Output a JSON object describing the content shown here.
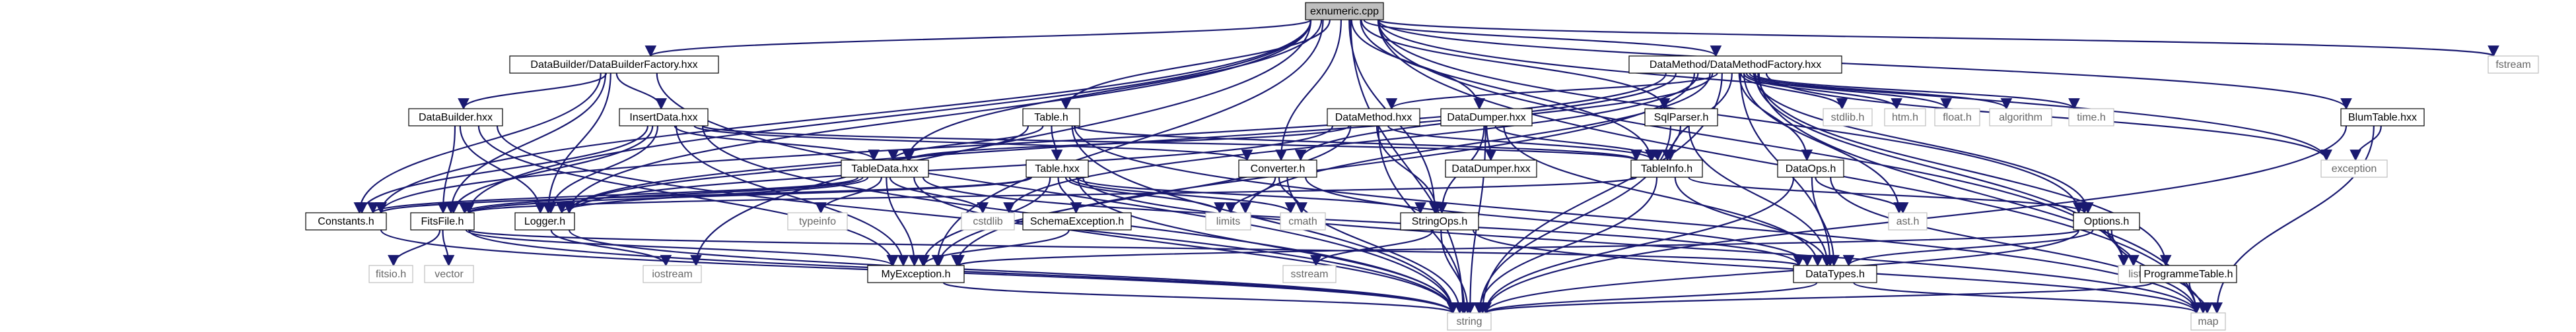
{
  "diagram": {
    "title": "exnumeric.cpp",
    "colors": {
      "edge": "#191970",
      "root_fill": "#bfbfbf",
      "node_fill": "#ffffff",
      "node_border": "#000000",
      "system_text": "#666666"
    },
    "nodes": [
      {
        "id": "exnumeric",
        "label": "exnumeric.cpp",
        "kind": "root"
      },
      {
        "id": "ddbf",
        "label": "DataBuilder/DataBuilderFactory.hxx",
        "kind": "file"
      },
      {
        "id": "dmdmf",
        "label": "DataMethod/DataMethodFactory.hxx",
        "kind": "file"
      },
      {
        "id": "fstream",
        "label": "fstream",
        "kind": "system"
      },
      {
        "id": "databuilder",
        "label": "DataBuilder.hxx",
        "kind": "file"
      },
      {
        "id": "insertdata",
        "label": "InsertData.hxx",
        "kind": "file"
      },
      {
        "id": "tableh",
        "label": "Table.h",
        "kind": "file"
      },
      {
        "id": "datamethod",
        "label": "DataMethod.hxx",
        "kind": "file"
      },
      {
        "id": "datadumper",
        "label": "DataDumper.hxx",
        "kind": "file"
      },
      {
        "id": "sqlparser",
        "label": "SqlParser.h",
        "kind": "file"
      },
      {
        "id": "stdlib",
        "label": "stdlib.h",
        "kind": "system"
      },
      {
        "id": "htm",
        "label": "htm.h",
        "kind": "system"
      },
      {
        "id": "float",
        "label": "float.h",
        "kind": "system"
      },
      {
        "id": "algorithm",
        "label": "algorithm",
        "kind": "system"
      },
      {
        "id": "time",
        "label": "time.h",
        "kind": "system"
      },
      {
        "id": "blumtable",
        "label": "BlumTable.hxx",
        "kind": "file"
      },
      {
        "id": "tabledata",
        "label": "TableData.hxx",
        "kind": "file"
      },
      {
        "id": "tablehxx",
        "label": "Table.hxx",
        "kind": "file"
      },
      {
        "id": "converter",
        "label": "Converter.h",
        "kind": "file"
      },
      {
        "id": "datadumperh",
        "label": "DataDumper.hxx",
        "kind": "file"
      },
      {
        "id": "tableinfo",
        "label": "TableInfo.h",
        "kind": "file"
      },
      {
        "id": "dataops",
        "label": "DataOps.h",
        "kind": "file"
      },
      {
        "id": "exception",
        "label": "exception",
        "kind": "system"
      },
      {
        "id": "constants",
        "label": "Constants.h",
        "kind": "file"
      },
      {
        "id": "fitsfile",
        "label": "FitsFile.h",
        "kind": "file"
      },
      {
        "id": "logger",
        "label": "Logger.h",
        "kind": "file"
      },
      {
        "id": "typeinfo",
        "label": "typeinfo",
        "kind": "system"
      },
      {
        "id": "cstdlib",
        "label": "cstdlib",
        "kind": "system"
      },
      {
        "id": "schemaexc",
        "label": "SchemaException.h",
        "kind": "file"
      },
      {
        "id": "limits",
        "label": "limits",
        "kind": "system"
      },
      {
        "id": "cmath",
        "label": "cmath",
        "kind": "system"
      },
      {
        "id": "stringops",
        "label": "StringOps.h",
        "kind": "file"
      },
      {
        "id": "ast",
        "label": "ast.h",
        "kind": "system"
      },
      {
        "id": "options",
        "label": "Options.h",
        "kind": "file"
      },
      {
        "id": "fitsio",
        "label": "fitsio.h",
        "kind": "system"
      },
      {
        "id": "vector",
        "label": "vector",
        "kind": "system"
      },
      {
        "id": "iostream",
        "label": "iostream",
        "kind": "system"
      },
      {
        "id": "myexception",
        "label": "MyException.h",
        "kind": "file"
      },
      {
        "id": "sstream",
        "label": "sstream",
        "kind": "system"
      },
      {
        "id": "datatypes",
        "label": "DataTypes.h",
        "kind": "file"
      },
      {
        "id": "list",
        "label": "list",
        "kind": "system"
      },
      {
        "id": "programmetable",
        "label": "ProgrammeTable.h",
        "kind": "file"
      },
      {
        "id": "string",
        "label": "string",
        "kind": "system"
      },
      {
        "id": "map",
        "label": "map",
        "kind": "system"
      }
    ],
    "edges": [
      [
        "exnumeric",
        "ddbf"
      ],
      [
        "exnumeric",
        "dmdmf"
      ],
      [
        "exnumeric",
        "fstream"
      ],
      [
        "exnumeric",
        "tableh"
      ],
      [
        "exnumeric",
        "datadumper"
      ],
      [
        "exnumeric",
        "sqlparser"
      ],
      [
        "exnumeric",
        "blumtable"
      ],
      [
        "exnumeric",
        "tabledata"
      ],
      [
        "exnumeric",
        "converter"
      ],
      [
        "exnumeric",
        "tableinfo"
      ],
      [
        "exnumeric",
        "exception"
      ],
      [
        "exnumeric",
        "constants"
      ],
      [
        "exnumeric",
        "fitsfile"
      ],
      [
        "exnumeric",
        "logger"
      ],
      [
        "exnumeric",
        "stringops"
      ],
      [
        "exnumeric",
        "options"
      ],
      [
        "exnumeric",
        "iostream"
      ],
      [
        "exnumeric",
        "myexception"
      ],
      [
        "exnumeric",
        "list"
      ],
      [
        "exnumeric",
        "string"
      ],
      [
        "exnumeric",
        "map"
      ],
      [
        "ddbf",
        "databuilder"
      ],
      [
        "ddbf",
        "insertdata"
      ],
      [
        "ddbf",
        "constants"
      ],
      [
        "ddbf",
        "fitsfile"
      ],
      [
        "ddbf",
        "logger"
      ],
      [
        "ddbf",
        "string"
      ],
      [
        "databuilder",
        "fitsfile"
      ],
      [
        "databuilder",
        "logger"
      ],
      [
        "databuilder",
        "myexception"
      ],
      [
        "databuilder",
        "string"
      ],
      [
        "insertdata",
        "tabledata"
      ],
      [
        "insertdata",
        "tableinfo"
      ],
      [
        "insertdata",
        "constants"
      ],
      [
        "insertdata",
        "fitsfile"
      ],
      [
        "insertdata",
        "logger"
      ],
      [
        "insertdata",
        "myexception"
      ],
      [
        "insertdata",
        "string"
      ],
      [
        "insertdata",
        "converter"
      ],
      [
        "dmdmf",
        "datamethod"
      ],
      [
        "dmdmf",
        "stdlib"
      ],
      [
        "dmdmf",
        "htm"
      ],
      [
        "dmdmf",
        "float"
      ],
      [
        "dmdmf",
        "algorithm"
      ],
      [
        "dmdmf",
        "time"
      ],
      [
        "dmdmf",
        "tableinfo"
      ],
      [
        "dmdmf",
        "dataops"
      ],
      [
        "dmdmf",
        "logger"
      ],
      [
        "dmdmf",
        "constants"
      ],
      [
        "dmdmf",
        "myexception"
      ],
      [
        "dmdmf",
        "options"
      ],
      [
        "dmdmf",
        "string"
      ],
      [
        "dmdmf",
        "map"
      ],
      [
        "dmdmf",
        "programmetable"
      ],
      [
        "dmdmf",
        "ast"
      ],
      [
        "dmdmf",
        "datatypes"
      ],
      [
        "dmdmf",
        "list"
      ],
      [
        "dmdmf",
        "cstdlib"
      ],
      [
        "dmdmf",
        "limits"
      ],
      [
        "dmdmf",
        "converter"
      ],
      [
        "dmdmf",
        "exception"
      ],
      [
        "tableh",
        "tablehxx"
      ],
      [
        "tableh",
        "tabledata"
      ],
      [
        "tableh",
        "tableinfo"
      ],
      [
        "tableh",
        "logger"
      ],
      [
        "tableh",
        "string"
      ],
      [
        "tableh",
        "map"
      ],
      [
        "datamethod",
        "tabledata"
      ],
      [
        "datamethod",
        "tableinfo"
      ],
      [
        "datamethod",
        "stringops"
      ],
      [
        "datamethod",
        "logger"
      ],
      [
        "datamethod",
        "string"
      ],
      [
        "datamethod",
        "myexception"
      ],
      [
        "datadumper",
        "datadumperh"
      ],
      [
        "datadumper",
        "tableinfo"
      ],
      [
        "datadumper",
        "stringops"
      ],
      [
        "datadumper",
        "string"
      ],
      [
        "datadumper",
        "datatypes"
      ],
      [
        "sqlparser",
        "tableinfo"
      ],
      [
        "sqlparser",
        "string"
      ],
      [
        "sqlparser",
        "datatypes"
      ],
      [
        "blumtable",
        "exception"
      ],
      [
        "blumtable",
        "string"
      ],
      [
        "blumtable",
        "map"
      ],
      [
        "tabledata",
        "typeinfo"
      ],
      [
        "tabledata",
        "cstdlib"
      ],
      [
        "tabledata",
        "fitsfile"
      ],
      [
        "tabledata",
        "logger"
      ],
      [
        "tabledata",
        "myexception"
      ],
      [
        "tabledata",
        "datatypes"
      ],
      [
        "tabledata",
        "constants"
      ],
      [
        "tabledata",
        "string"
      ],
      [
        "tablehxx",
        "schemaexc"
      ],
      [
        "tablehxx",
        "limits"
      ],
      [
        "tablehxx",
        "cmath"
      ],
      [
        "tablehxx",
        "fitsfile"
      ],
      [
        "tablehxx",
        "stringops"
      ],
      [
        "tablehxx",
        "myexception"
      ],
      [
        "tablehxx",
        "string"
      ],
      [
        "tablehxx",
        "map"
      ],
      [
        "tablehxx",
        "constants"
      ],
      [
        "converter",
        "cmath"
      ],
      [
        "converter",
        "limits"
      ],
      [
        "converter",
        "string"
      ],
      [
        "converter",
        "datatypes"
      ],
      [
        "tableinfo",
        "datatypes"
      ],
      [
        "tableinfo",
        "string"
      ],
      [
        "tableinfo",
        "fitsfile"
      ],
      [
        "tableinfo",
        "options"
      ],
      [
        "dataops",
        "ast"
      ],
      [
        "dataops",
        "datatypes"
      ],
      [
        "dataops",
        "string"
      ],
      [
        "dataops",
        "map"
      ],
      [
        "schemaexc",
        "myexception"
      ],
      [
        "stringops",
        "sstream"
      ],
      [
        "stringops",
        "string"
      ],
      [
        "stringops",
        "map"
      ],
      [
        "options",
        "datatypes"
      ],
      [
        "options",
        "list"
      ],
      [
        "options",
        "myexception"
      ],
      [
        "options",
        "string"
      ],
      [
        "options",
        "map"
      ],
      [
        "fitsfile",
        "fitsio"
      ],
      [
        "fitsfile",
        "vector"
      ],
      [
        "fitsfile",
        "string"
      ],
      [
        "fitsfile",
        "datatypes"
      ],
      [
        "fitsfile",
        "myexception"
      ],
      [
        "logger",
        "iostream"
      ],
      [
        "logger",
        "string"
      ],
      [
        "myexception",
        "string"
      ],
      [
        "datatypes",
        "string"
      ],
      [
        "datatypes",
        "map"
      ],
      [
        "programmetable",
        "string"
      ],
      [
        "programmetable",
        "map"
      ],
      [
        "constants",
        "string"
      ]
    ]
  }
}
